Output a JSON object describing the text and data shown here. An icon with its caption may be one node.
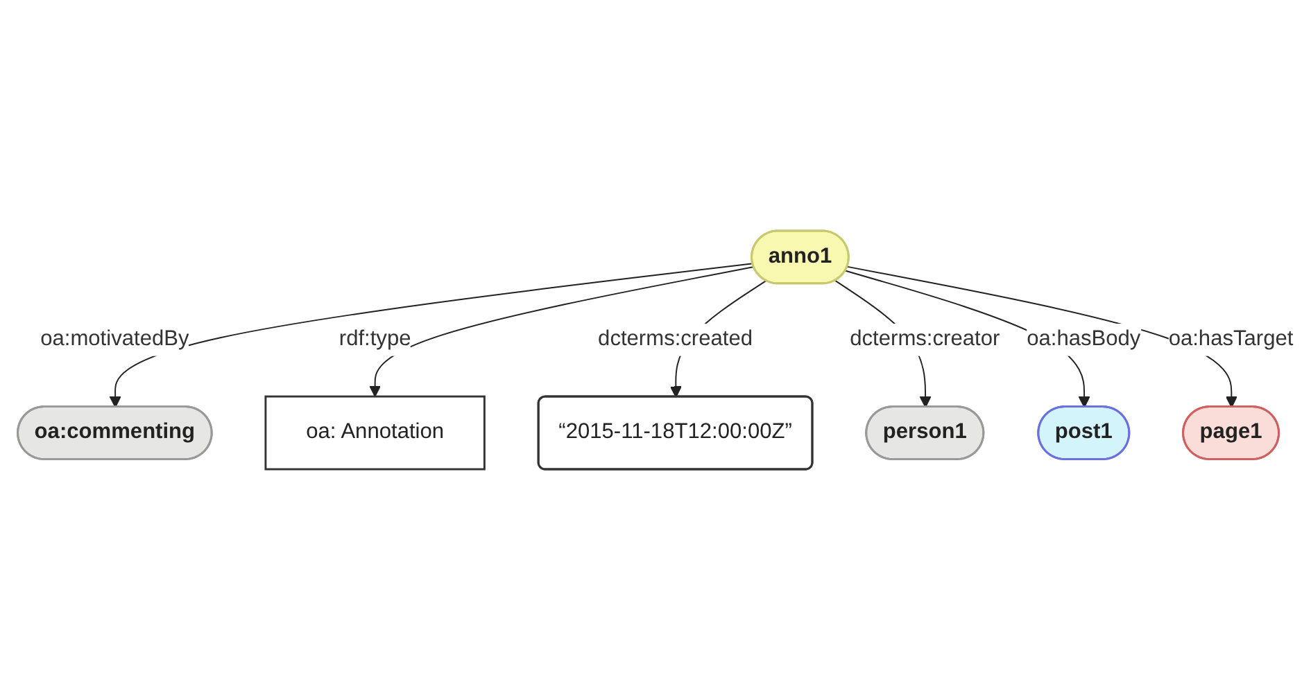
{
  "diagram": {
    "nodes": [
      {
        "text": [
          "oa: Annotation"
        ]
      },
      {
        "text": [
          "oa:commenting"
        ]
      },
      {
        "text": [
          "“2015-11-18T12:00:00Z”"
        ]
      },
      {
        "text": [
          "person1"
        ]
      },
      {
        "text": [
          "anno1"
        ]
      },
      {
        "text": [
          "post1"
        ]
      },
      {
        "text": [
          "page1"
        ]
      }
    ],
    "edges": [
      {
        "from": 4,
        "to": 1,
        "arrow": "to",
        "label": "oa:motivatedBy"
      },
      {
        "from": 4,
        "to": 0,
        "arrow": "to",
        "label": "rdf:type"
      },
      {
        "from": 4,
        "to": 2,
        "arrow": "to",
        "label": "dcterms:created"
      },
      {
        "from": 4,
        "to": 3,
        "arrow": "to",
        "label": "dcterms:creator"
      },
      {
        "from": 4,
        "to": 5,
        "arrow": "to",
        "label": "oa:hasBody"
      },
      {
        "from": 4,
        "to": 6,
        "arrow": "to",
        "label": "oa:hasTarget"
      }
    ]
  }
}
